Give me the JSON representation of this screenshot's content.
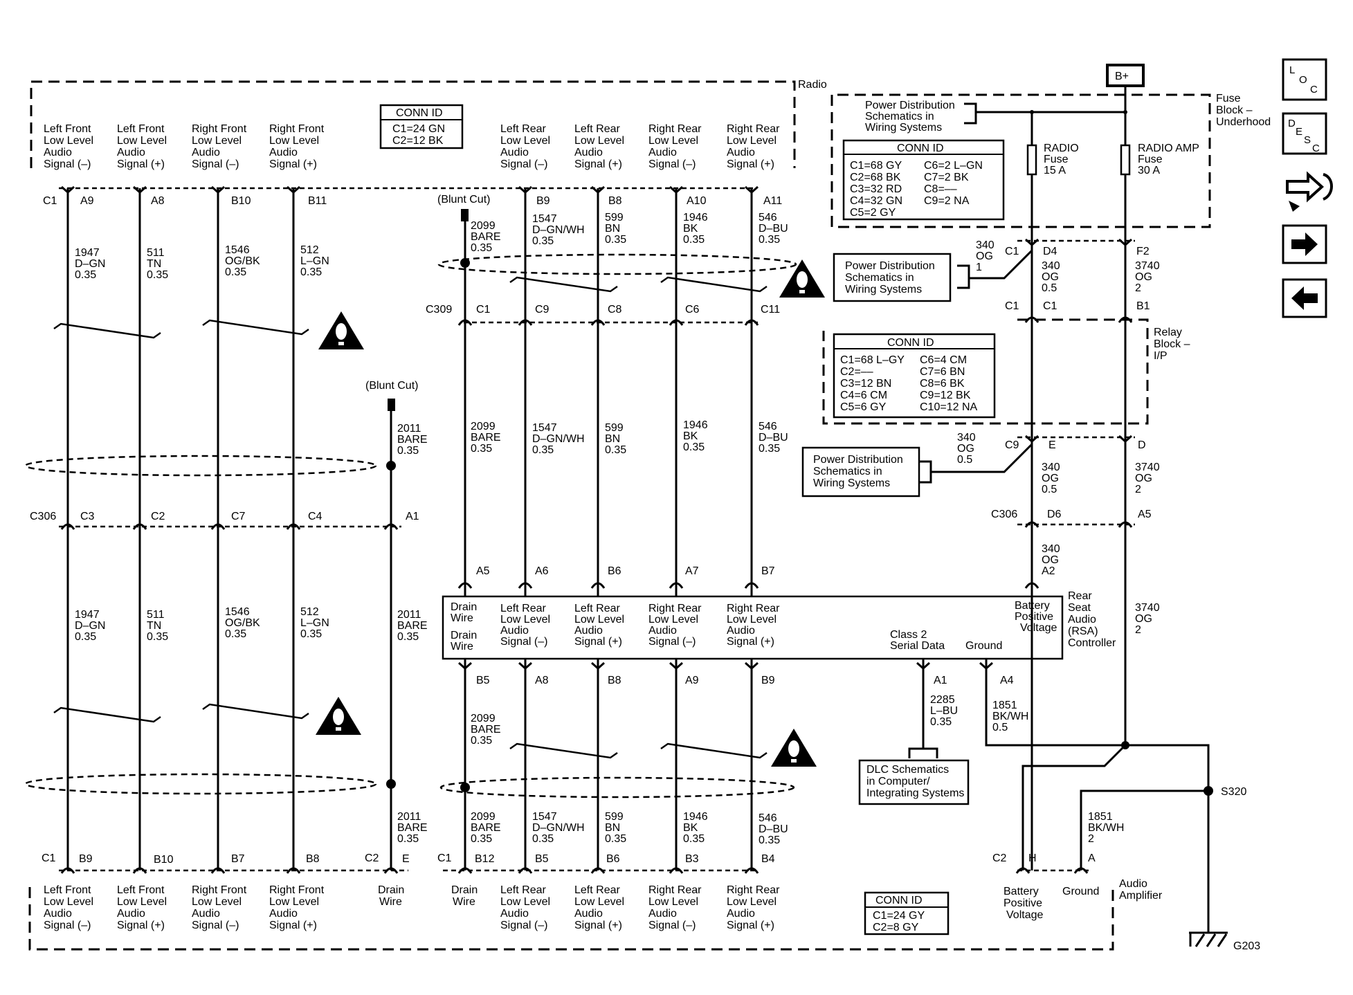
{
  "modules": {
    "radio": "Radio",
    "fuse_block": [
      "Fuse",
      "Block –",
      "Underhood"
    ],
    "relay_block": [
      "Relay",
      "Block –",
      "I/P"
    ],
    "rsa": [
      "Rear",
      "Seat",
      "Audio",
      "(RSA)",
      "Controller"
    ],
    "audio_amp": [
      "Audio",
      "Amplifier"
    ],
    "b_plus": "B+"
  },
  "conn_ids": {
    "radio": {
      "title": "CONN ID",
      "lines": [
        "C1=24 GN",
        "C2=12 BK"
      ]
    },
    "fuse": {
      "title": "CONN ID",
      "col1": [
        "C1=68 GY",
        "C2=68 BK",
        "C3=32 RD",
        "C4=32 GN",
        "C5=2 GY"
      ],
      "col2": [
        "C6=2 L–GN",
        "C7=2 BK",
        "C8=––",
        "C9=2 NA"
      ]
    },
    "relay": {
      "title": "CONN ID",
      "col1": [
        "C1=68 L–GY",
        "C2=––",
        "C3=12 BN",
        "C4=6 CM",
        "C5=6 GY"
      ],
      "col2": [
        "C6=4 CM",
        "C7=6 BN",
        "C8=6 BK",
        "C9=12 BK",
        "C10=12 NA"
      ]
    },
    "amp": {
      "title": "CONN ID",
      "lines": [
        "C1=24 GY",
        "C2=8 GY"
      ]
    }
  },
  "refs": {
    "pds1": [
      "Power Distribution",
      "Schematics in",
      "Wiring Systems"
    ],
    "pds2": [
      "Power Distribution",
      "Schematics in",
      "Wiring Systems"
    ],
    "pds3": [
      "Power Distribution",
      "Schematics in",
      "Wiring Systems"
    ],
    "dlc": [
      "DLC Schematics",
      "in Computer/",
      "Integrating Systems"
    ]
  },
  "fuses": {
    "radio": [
      "RADIO",
      "Fuse",
      "15 A"
    ],
    "amp": [
      "RADIO AMP",
      "Fuse",
      "30 A"
    ]
  },
  "radio_signals": [
    [
      "Left Front",
      "Low Level",
      "Audio",
      "Signal (–)"
    ],
    [
      "Left Front",
      "Low Level",
      "Audio",
      "Signal (+)"
    ],
    [
      "Right Front",
      "Low Level",
      "Audio",
      "Signal (–)"
    ],
    [
      "Right Front",
      "Low Level",
      "Audio",
      "Signal (+)"
    ],
    [
      "Left Rear",
      "Low Level",
      "Audio",
      "Signal (–)"
    ],
    [
      "Left Rear",
      "Low Level",
      "Audio",
      "Signal (+)"
    ],
    [
      "Right Rear",
      "Low Level",
      "Audio",
      "Signal (–)"
    ],
    [
      "Right Rear",
      "Low Level",
      "Audio",
      "Signal (+)"
    ]
  ],
  "radio_pins": {
    "connector": "C1",
    "pins": [
      "A9",
      "A8",
      "B10",
      "B11",
      "B9",
      "B8",
      "A10",
      "A11"
    ]
  },
  "front_wires_upper": [
    [
      "1947",
      "D–GN",
      "0.35"
    ],
    [
      "511",
      "TN",
      "0.35"
    ],
    [
      "1546",
      "OG/BK",
      "0.35"
    ],
    [
      "512",
      "L–GN",
      "0.35"
    ]
  ],
  "front_wires_lower": [
    [
      "1947",
      "D–GN",
      "0.35"
    ],
    [
      "511",
      "TN",
      "0.35"
    ],
    [
      "1546",
      "OG/BK",
      "0.35"
    ],
    [
      "512",
      "L–GN",
      "0.35"
    ]
  ],
  "blunt_cut": "(Blunt Cut)",
  "drain_upper_radio": [
    "2099",
    "BARE",
    "0.35"
  ],
  "rear_wires_top": [
    [
      "1547",
      "D–GN/WH",
      "0.35"
    ],
    [
      "599",
      "BN",
      "0.35"
    ],
    [
      "1946",
      "BK",
      "0.35"
    ],
    [
      "546",
      "D–BU",
      "0.35"
    ]
  ],
  "c309": {
    "connector": "C309",
    "pins": [
      "C1",
      "C9",
      "C8",
      "C6",
      "C11"
    ]
  },
  "rear_wires_mid": [
    [
      "2099",
      "BARE",
      "0.35"
    ],
    [
      "1547",
      "D–GN/WH",
      "0.35"
    ],
    [
      "599",
      "BN",
      "0.35"
    ],
    [
      "1946",
      "BK",
      "0.35"
    ],
    [
      "546",
      "D–BU",
      "0.35"
    ]
  ],
  "drain_2011_upper": [
    "2011",
    "BARE",
    "0.35"
  ],
  "c306": {
    "connector": "C306",
    "pins": [
      "C3",
      "C2",
      "C7",
      "C4",
      "A1"
    ]
  },
  "drain_2011_lower": [
    "2011",
    "BARE",
    "0.35"
  ],
  "drain_2011_bottom": [
    "2011",
    "BARE",
    "0.35"
  ],
  "rsa_top_pins": [
    "A5",
    "A6",
    "B6",
    "A7",
    "B7"
  ],
  "rsa_signals": [
    [
      "Drain",
      "Wire"
    ],
    [
      "Left Rear",
      "Low Level",
      "Audio",
      "Signal (–)"
    ],
    [
      "Left Rear",
      "Low Level",
      "Audio",
      "Signal (+)"
    ],
    [
      "Right Rear",
      "Low Level",
      "Audio",
      "Signal (–)"
    ],
    [
      "Right Rear",
      "Low Level",
      "Audio",
      "Signal (+)"
    ]
  ],
  "rsa_drain_lower": [
    "Drain",
    "Wire"
  ],
  "rsa_other": {
    "class2": [
      "Class 2",
      "Serial Data"
    ],
    "ground": "Ground",
    "bpv": [
      "Battery",
      "Positive",
      "Voltage"
    ]
  },
  "rsa_bottom_pins": [
    "B5",
    "A8",
    "B8",
    "A9",
    "B9",
    "A1",
    "A4"
  ],
  "rear_wires_lower": [
    [
      "2099",
      "BARE",
      "0.35"
    ]
  ],
  "rear_wires_bottom": [
    [
      "2099",
      "BARE",
      "0.35"
    ],
    [
      "1547",
      "D–GN/WH",
      "0.35"
    ],
    [
      "599",
      "BN",
      "0.35"
    ],
    [
      "1946",
      "BK",
      "0.35"
    ],
    [
      "546",
      "D–BU",
      "0.35"
    ]
  ],
  "serial_wire": [
    "2285",
    "L–BU",
    "0.35"
  ],
  "ground_wire_rsa": [
    "1851",
    "BK/WH",
    "0.5"
  ],
  "amp_pins": {
    "c1": "C1",
    "front": [
      "B9",
      "B10",
      "B7",
      "B8"
    ],
    "c2": "C2",
    "drainA": "E",
    "c1b": "C1",
    "rear": [
      "B12",
      "B5",
      "B6",
      "B3",
      "B4"
    ],
    "c2b": "C2",
    "h": "H",
    "a": "A"
  },
  "amp_signals": [
    [
      "Left Front",
      "Low Level",
      "Audio",
      "Signal (–)"
    ],
    [
      "Left Front",
      "Low Level",
      "Audio",
      "Signal (+)"
    ],
    [
      "Right Front",
      "Low Level",
      "Audio",
      "Signal (–)"
    ],
    [
      "Right Front",
      "Low Level",
      "Audio",
      "Signal (+)"
    ],
    [
      "Drain",
      "Wire"
    ],
    [
      "Drain",
      "Wire"
    ],
    [
      "Left Rear",
      "Low Level",
      "Audio",
      "Signal (–)"
    ],
    [
      "Left Rear",
      "Low Level",
      "Audio",
      "Signal (+)"
    ],
    [
      "Right Rear",
      "Low Level",
      "Audio",
      "Signal (–)"
    ],
    [
      "Right Rear",
      "Low Level",
      "Audio",
      "Signal (+)"
    ]
  ],
  "amp_power": {
    "bpv": [
      "Battery",
      "Positive",
      "Voltage"
    ],
    "ground": "Ground"
  },
  "power_radio": {
    "w1": [
      "340",
      "OG",
      "1"
    ],
    "c1": "C1",
    "d4": "D4",
    "w2": [
      "340",
      "OG",
      "0.5"
    ],
    "c1a": "C1",
    "c1b": "C1",
    "w3": [
      "340",
      "OG",
      "0.5"
    ],
    "c9": "C9",
    "e": "E",
    "w4": [
      "340",
      "OG",
      "0.5"
    ],
    "c306": "C306",
    "d6": "D6",
    "w5": [
      "340",
      "OG"
    ],
    "a2": "A2"
  },
  "power_amp": {
    "f2": "F2",
    "w1": [
      "3740",
      "OG",
      "2"
    ],
    "b1": "B1",
    "d": "D",
    "w2": [
      "3740",
      "OG",
      "2"
    ],
    "a5": "A5",
    "w3": [
      "3740",
      "OG",
      "2"
    ]
  },
  "ground": {
    "s320": "S320",
    "g203": "G203",
    "w": [
      "1851",
      "BK/WH",
      "2"
    ]
  },
  "nav": {
    "loc": [
      "L",
      "O",
      "C"
    ],
    "desc": [
      "D",
      "E",
      "S",
      "C"
    ]
  }
}
